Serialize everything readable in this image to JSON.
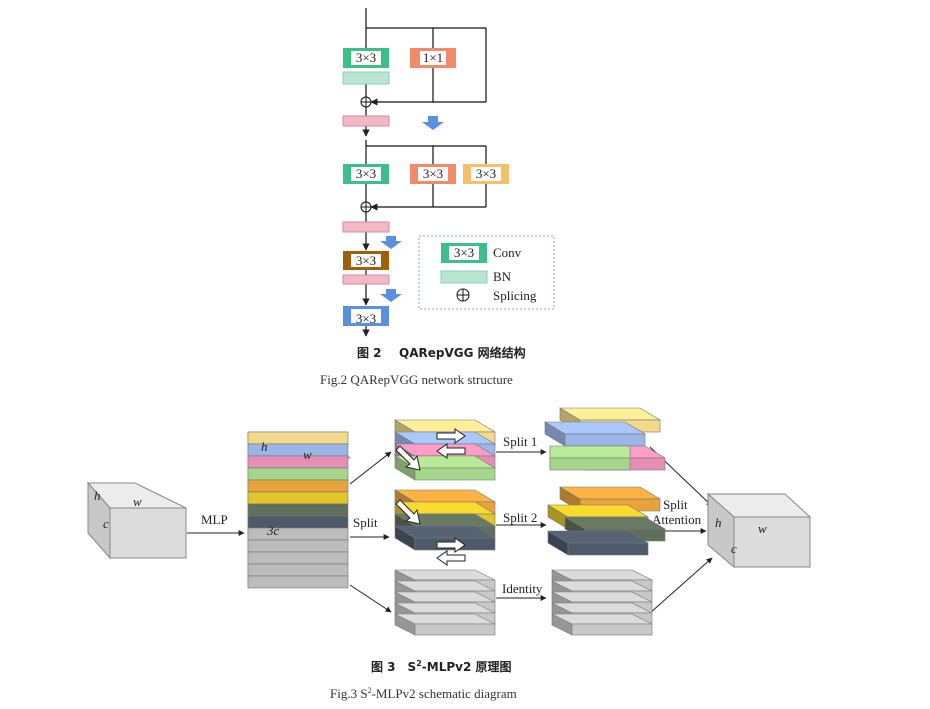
{
  "fig2": {
    "kernel_3x3": "3×3",
    "kernel_1x1": "1×1",
    "legend": {
      "conv_label": "Conv",
      "bn_label": "BN",
      "splicing_label": "Splicing"
    },
    "caption_zh_num": "图 2",
    "caption_zh_title": "QARepVGG 网络结构",
    "caption_en": "Fig.2   QARepVGG network structure"
  },
  "fig3": {
    "input_h": "h",
    "input_w": "w",
    "input_c": "c",
    "mlp_label": "MLP",
    "stack_h": "h",
    "stack_w": "w",
    "stack_3c": "3c",
    "split_label": "Split",
    "split1_label": "Split 1",
    "split2_label": "Split 2",
    "identity_label": "Identity",
    "split_attention_line1": "Split",
    "split_attention_line2": "Attention",
    "output_h": "h",
    "output_w": "w",
    "output_c": "c",
    "caption_zh_num": "图 3",
    "caption_zh_title_a": "S",
    "caption_zh_title_sup": "2",
    "caption_zh_title_b": "-MLPv2 原理图",
    "caption_en_a": "Fig.3   S",
    "caption_en_sup": "2",
    "caption_en_b": "-MLPv2 schematic diagram"
  },
  "colors": {
    "conv_green": "#3cbf8a",
    "bn_green": "#b9e6d2",
    "bn_pink": "#f2b8c6",
    "conv_orange": "#f08a6a",
    "conv_yellow": "#f5c06a",
    "conv_brown": "#a0600a",
    "conv_blue": "#5b8fe0",
    "arrow_blue": "#5b8fe0"
  }
}
